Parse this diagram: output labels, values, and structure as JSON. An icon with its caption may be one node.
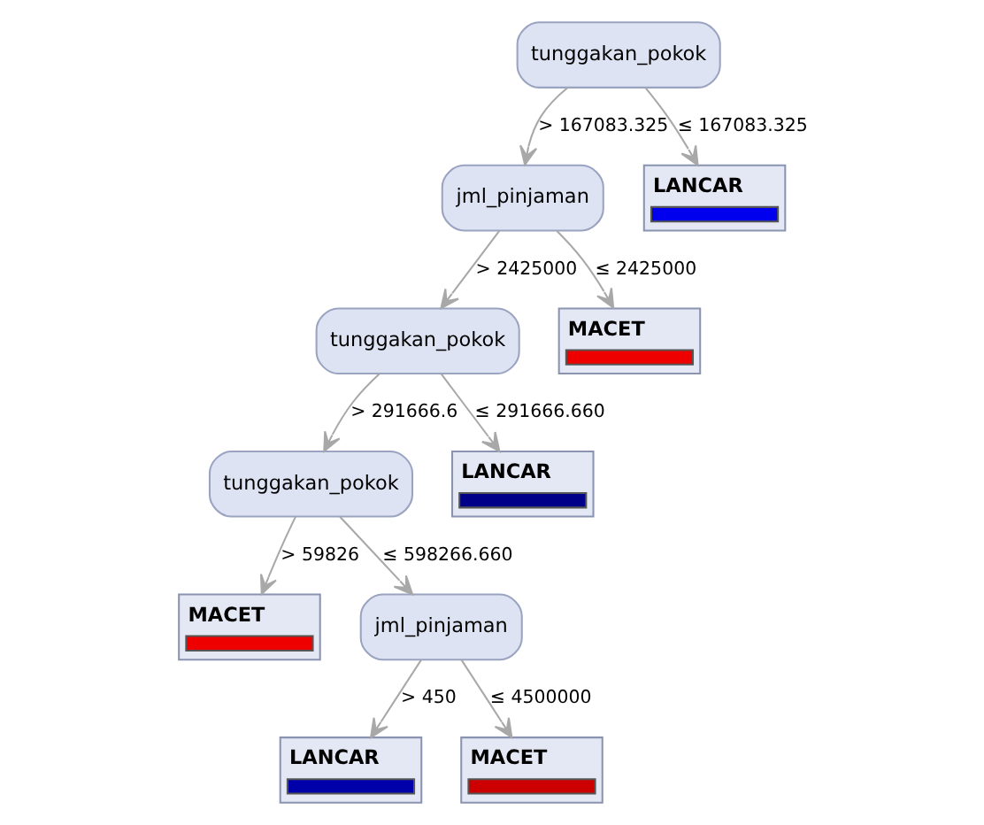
{
  "diagram": {
    "nodes": [
      {
        "text": [
          "tunggakan_pokok"
        ]
      },
      {
        "text": [
          "jml_pinjaman"
        ]
      },
      {
        "text": [
          "LANCAR"
        ]
      },
      {
        "text": [
          "tunggakan_pokok"
        ]
      },
      {
        "text": [
          "MACET"
        ]
      },
      {
        "text": [
          "tunggakan_pokok"
        ]
      },
      {
        "text": [
          "LANCAR"
        ]
      },
      {
        "text": [
          "MACET"
        ]
      },
      {
        "text": [
          "jml_pinjaman"
        ]
      },
      {
        "text": [
          "LANCAR"
        ]
      },
      {
        "text": [
          "MACET"
        ]
      }
    ],
    "edges": [
      {
        "from": 0,
        "to": 1,
        "arrow": "to",
        "label": "> 167083.325"
      },
      {
        "from": 0,
        "to": 2,
        "arrow": "to",
        "label": "≤ 167083.325"
      },
      {
        "from": 1,
        "to": 3,
        "arrow": "to",
        "label": "> 2425000"
      },
      {
        "from": 1,
        "to": 4,
        "arrow": "to",
        "label": "≤ 2425000"
      },
      {
        "from": 3,
        "to": 5,
        "arrow": "to",
        "label": "> 291666.6"
      },
      {
        "from": 3,
        "to": 6,
        "arrow": "to",
        "label": "≤ 291666.660"
      },
      {
        "from": 5,
        "to": 7,
        "arrow": "to",
        "label": "> 59826"
      },
      {
        "from": 5,
        "to": 8,
        "arrow": "to",
        "label": "≤ 598266.660"
      },
      {
        "from": 8,
        "to": 9,
        "arrow": "to",
        "label": "> 450"
      },
      {
        "from": 8,
        "to": 10,
        "arrow": "to",
        "label": "≤ 4500000"
      }
    ]
  }
}
